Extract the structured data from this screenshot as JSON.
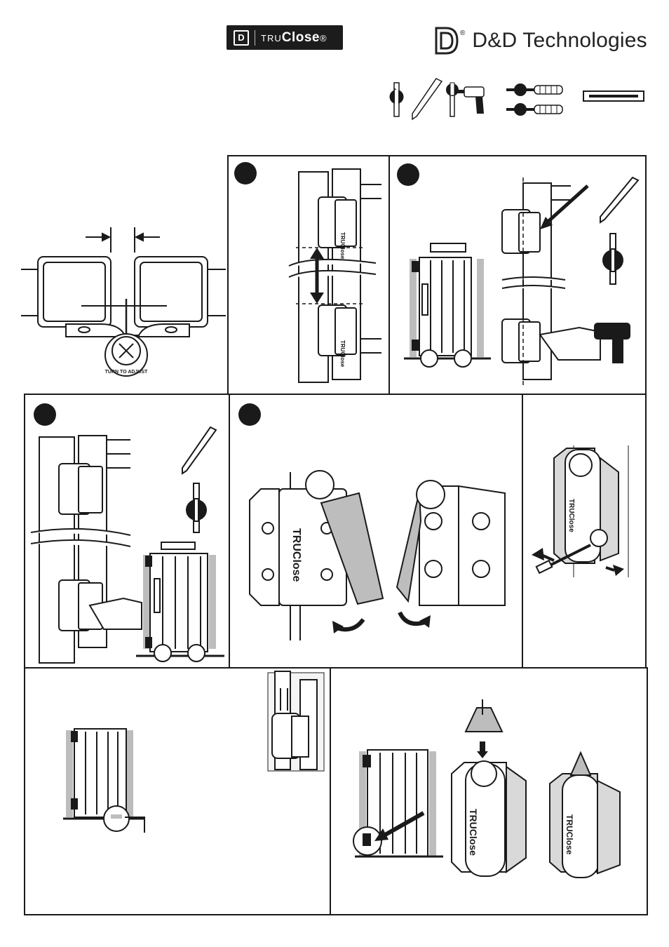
{
  "header": {
    "product_logo_prefix": "TRU",
    "product_logo_suffix": "Close",
    "product_logo_reg": "®",
    "logo_mark": "D",
    "company_name": "D&D Technologies",
    "company_reg": "®"
  },
  "tools": [
    "drill-bit-icon",
    "pencil-icon",
    "hex-key-icon",
    "power-drill-icon",
    "screwdriver-icon",
    "screwdriver-icon",
    "spirit-level-icon"
  ],
  "hinge_labels": {
    "top_adjuster_text": "TURN TO ADJUST",
    "brand_on_hinge": "TRUClose"
  },
  "colors": {
    "ink": "#1a1a1a",
    "gray_fill": "#bdbdbd",
    "light_gray": "#d9d9d9"
  }
}
